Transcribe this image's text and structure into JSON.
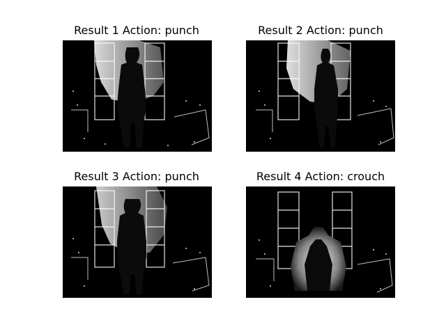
{
  "figure": {
    "panels": [
      {
        "title": "Result 1 Action: punch"
      },
      {
        "title": "Result 2 Action: punch"
      },
      {
        "title": "Result 3 Action: punch"
      },
      {
        "title": "Result 4 Action: crouch"
      }
    ]
  },
  "colors": {
    "background": "#ffffff",
    "depth_black": "#000000",
    "depth_white": "#ffffff",
    "depth_gray": "#9a9a9a"
  }
}
